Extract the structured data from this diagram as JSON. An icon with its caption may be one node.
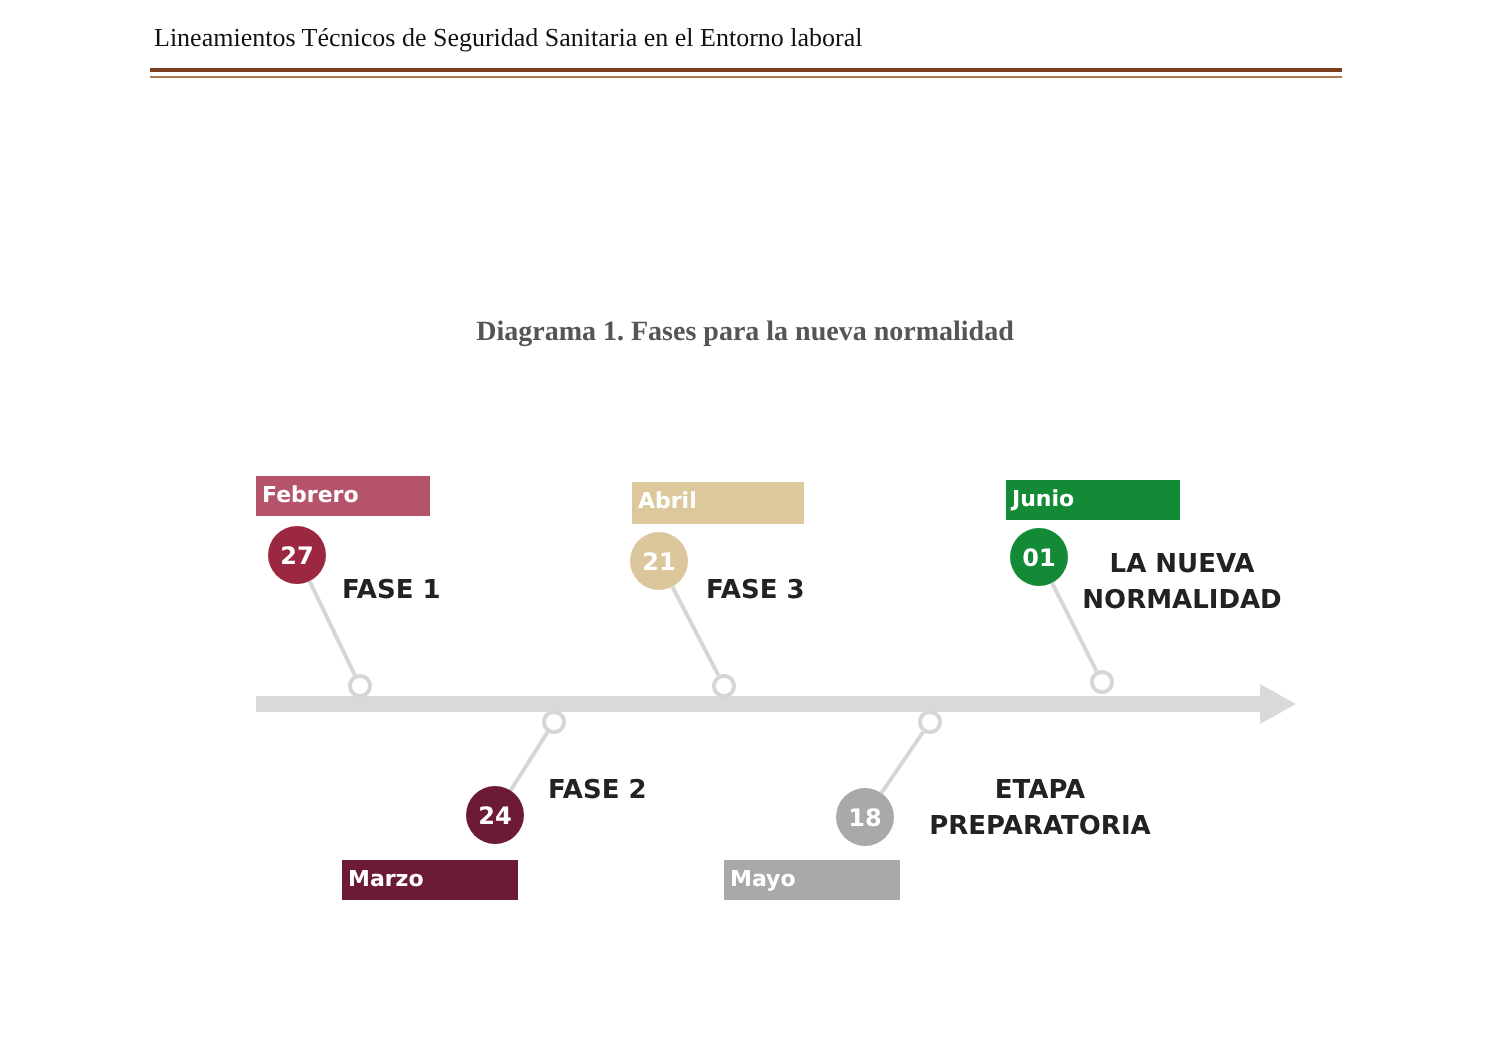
{
  "diagram": {
    "title": "Diagrama 1. Fases para la nueva normalidad",
    "nodes": [
      {
        "text": [
          "Febrero"
        ]
      },
      {
        "text": [
          "27"
        ],
        "beside": [
          "FASE 1"
        ]
      },
      {
        "text": [
          "Abril"
        ]
      },
      {
        "text": [
          "21"
        ],
        "beside": [
          "FASE 3"
        ]
      },
      {
        "text": [
          "Junio"
        ]
      },
      {
        "text": [
          "01"
        ],
        "beside": [
          "LA NUEVA NORMALIDAD"
        ]
      },
      {
        "text": [],
        "shape": "circle"
      },
      {
        "text": [],
        "shape": "circle"
      },
      {
        "text": [],
        "shape": "circle"
      },
      {
        "text": [],
        "shape": "circle"
      },
      {
        "text": [],
        "shape": "circle"
      },
      {
        "text": [
          "24"
        ],
        "beside": [
          "FASE 2"
        ]
      },
      {
        "text": [
          "18"
        ],
        "beside": [
          "ETAPA PREPARATORIA"
        ]
      },
      {
        "text": [
          "Marzo"
        ]
      },
      {
        "text": [
          "Mayo"
        ]
      }
    ],
    "edges": [
      {
        "from": 1,
        "to": 6,
        "arrow": "none"
      },
      {
        "from": 11,
        "to": 7,
        "arrow": "none"
      },
      {
        "from": 3,
        "to": 8,
        "arrow": "none"
      },
      {
        "from": 12,
        "to": 9,
        "arrow": "none"
      },
      {
        "from": 5,
        "to": 10,
        "arrow": "none"
      }
    ],
    "labels": [
      "Lineamientos Técnicos de Seguridad Sanitaria en el Entorno laboral"
    ]
  }
}
